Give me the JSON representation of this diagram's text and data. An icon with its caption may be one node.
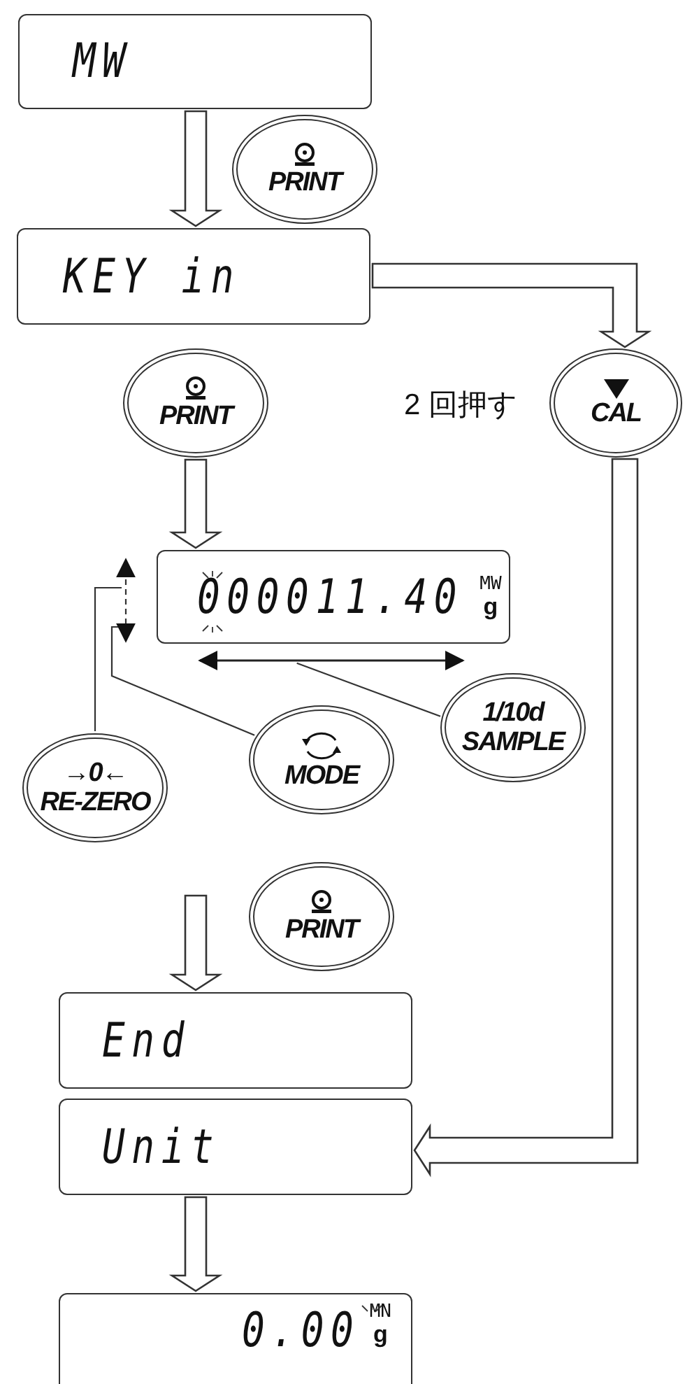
{
  "diagram": {
    "nodes": [
      {
        "text": [
          "MW"
        ]
      },
      {
        "text": [
          "PRINT"
        ]
      },
      {
        "text": [
          "KEY in"
        ]
      },
      {
        "text": [
          "PRINT"
        ]
      },
      {
        "text": [
          "CAL"
        ],
        "beside": [
          "2 回押す"
        ]
      },
      {
        "text": [
          "000011.40",
          "MW",
          "g"
        ]
      },
      {
        "text": [
          "→0←",
          "RE-ZERO"
        ]
      },
      {
        "text": [
          "MODE"
        ]
      },
      {
        "text": [
          "1/10d",
          "SAMPLE"
        ]
      },
      {
        "text": [
          "PRINT"
        ]
      },
      {
        "text": [
          "End"
        ]
      },
      {
        "text": [
          "Unit"
        ]
      },
      {
        "text": [
          "0.00",
          "MN",
          "g"
        ]
      },
      {
        "text": [],
        "shape": "arrow"
      },
      {
        "text": [],
        "shape": "arrow"
      }
    ],
    "edges": [
      {
        "from": 0,
        "to": 2,
        "arrow": "to"
      },
      {
        "from": 2,
        "to": 4,
        "arrow": "to"
      },
      {
        "from": 3,
        "to": 5,
        "arrow": "to"
      },
      {
        "from": 6,
        "to": 13,
        "arrow": "none"
      },
      {
        "from": 7,
        "to": 13,
        "arrow": "none"
      },
      {
        "from": 8,
        "to": 14,
        "arrow": "none"
      },
      {
        "from": null,
        "to": 10,
        "arrow": "to"
      },
      {
        "from": 4,
        "to": 11,
        "arrow": "to"
      },
      {
        "from": 11,
        "to": 12,
        "arrow": "to"
      }
    ]
  }
}
